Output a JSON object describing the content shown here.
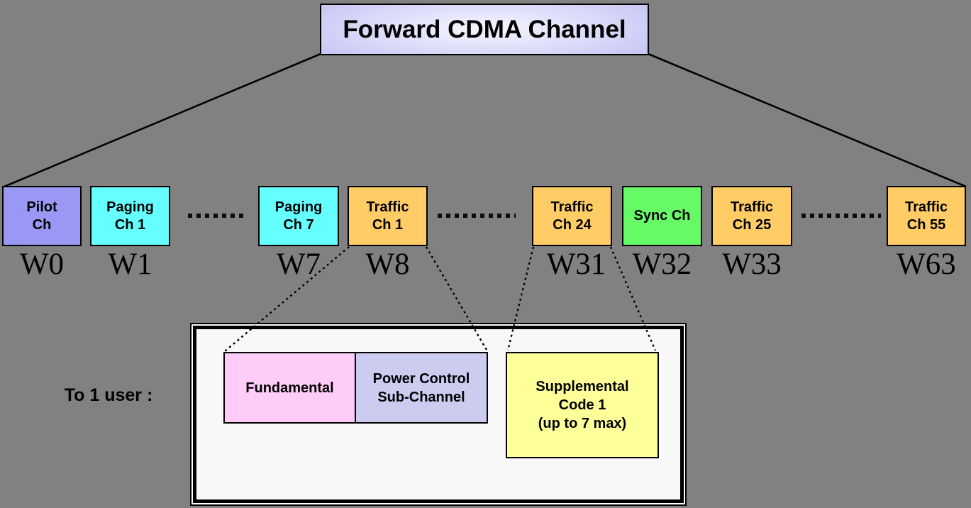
{
  "background_color": "#818181",
  "title": {
    "label": "Forward CDMA Channel",
    "bg_color": "#ccccf8"
  },
  "to_user_label": "To 1 user :",
  "line_color": "#000000",
  "channels": [
    {
      "name": "pilot-channel",
      "line1": "Pilot",
      "line2": "Ch",
      "walsh": "W0",
      "color": "#9999f5"
    },
    {
      "name": "paging-channel-1",
      "line1": "Paging",
      "line2": "Ch 1",
      "walsh": "W1",
      "color": "#66ffff"
    },
    {
      "name": "paging-channel-7",
      "line1": "Paging",
      "line2": "Ch 7",
      "walsh": "W7",
      "color": "#66ffff"
    },
    {
      "name": "traffic-channel-1",
      "line1": "Traffic",
      "line2": "Ch 1",
      "walsh": "W8",
      "color": "#ffcc66"
    },
    {
      "name": "traffic-channel-24",
      "line1": "Traffic",
      "line2": "Ch 24",
      "walsh": "W31",
      "color": "#ffcc66"
    },
    {
      "name": "sync-channel",
      "line1": "Sync Ch",
      "line2": "",
      "walsh": "W32",
      "color": "#66fb66"
    },
    {
      "name": "traffic-channel-25",
      "line1": "Traffic",
      "line2": "Ch 25",
      "walsh": "W33",
      "color": "#ffcc66"
    },
    {
      "name": "traffic-channel-55",
      "line1": "Traffic",
      "line2": "Ch 55",
      "walsh": "W63",
      "color": "#ffcc66"
    }
  ],
  "user_detail": {
    "fundamental": {
      "label": "Fundamental",
      "color": "#ffccf8"
    },
    "power_control": {
      "line1": "Power Control",
      "line2": "Sub-Channel",
      "color": "#ccccf0"
    },
    "supplemental": {
      "line1": "Supplemental",
      "line2": "Code 1",
      "line3": "(up to 7 max)",
      "color": "#ffff99"
    }
  }
}
